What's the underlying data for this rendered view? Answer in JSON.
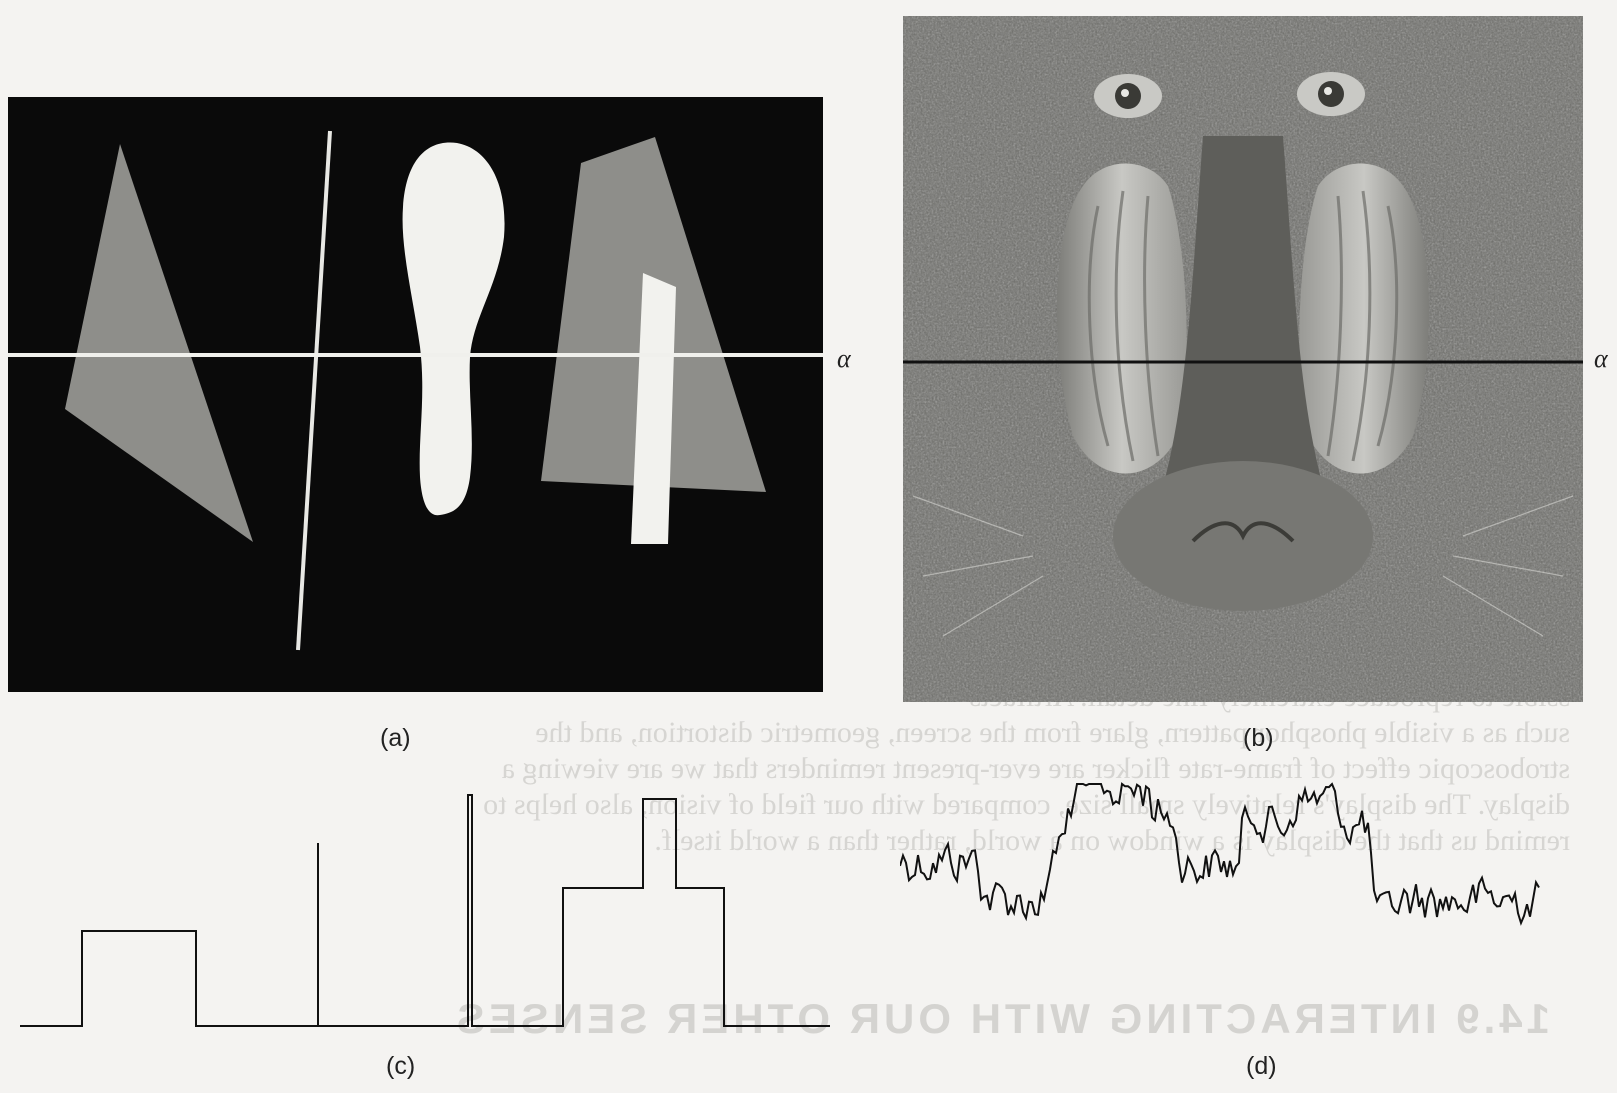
{
  "figure": {
    "panel_a": {
      "label": "(a)",
      "scanline_label": "α"
    },
    "panel_b": {
      "label": "(b)",
      "scanline_label": "α"
    },
    "panel_c": {
      "label": "(c)"
    },
    "panel_d": {
      "label": "(d)"
    }
  },
  "colors": {
    "page": "#f4f3f1",
    "panel_a_background": "#0a0a0a",
    "shape_gray": "#8e8e8a",
    "shape_white": "#f2f2ee",
    "line_black": "#111111"
  }
}
